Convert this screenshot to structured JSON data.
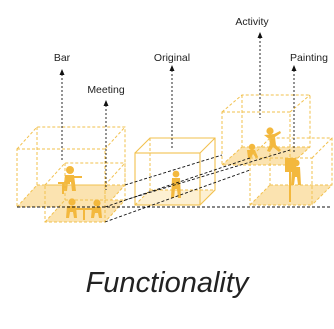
{
  "labels": {
    "bar": "Bar",
    "meeting": "Meeting",
    "original": "Original",
    "activity": "Activity",
    "painting": "Painting"
  },
  "caption": "Functionality",
  "colors": {
    "box_outline": "#f2c14e",
    "floor": "#fbe3b0",
    "figure": "#f3b83d",
    "leader": "#111111",
    "text": "#222222"
  }
}
